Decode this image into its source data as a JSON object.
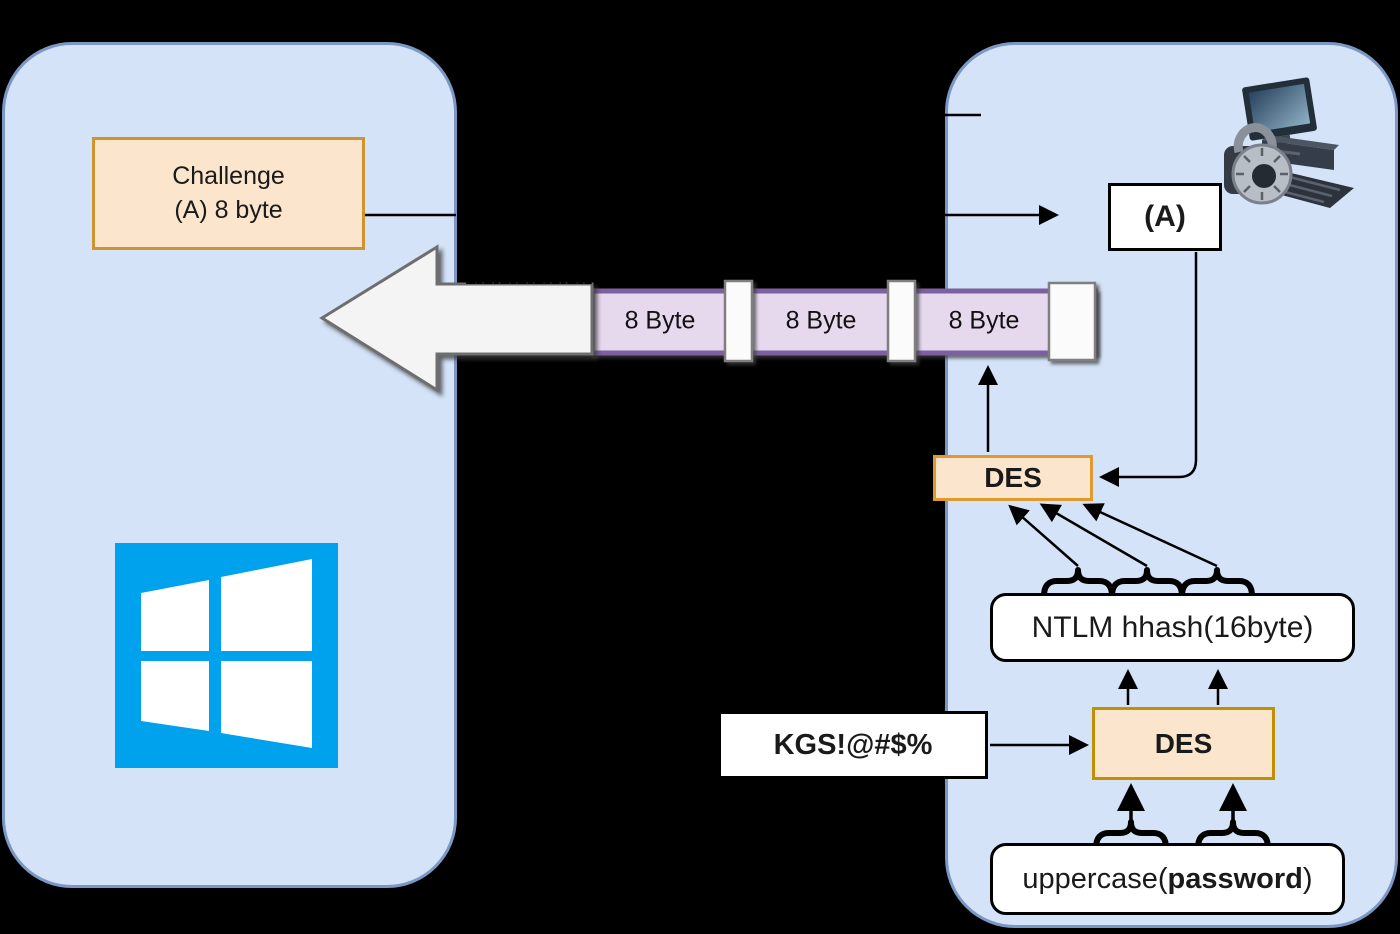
{
  "left_panel": {
    "challenge_box": {
      "line1": "Challenge",
      "line2": "(A) 8 byte"
    }
  },
  "transfer_bar": {
    "segment_labels": [
      "8 Byte",
      "8 Byte",
      "8 Byte"
    ]
  },
  "right_panel": {
    "challenge_received_label": "(A)",
    "des_top_label": "DES",
    "ntlm_hash_label": "NTLM hhash(16byte)",
    "kgs_constant_label": "KGS!@#$%",
    "des_bottom_label": "DES",
    "uppercase_prefix": "uppercase(",
    "uppercase_password": "password",
    "uppercase_suffix": ")"
  },
  "icons": {
    "windows_logo": "windows-logo",
    "secured_computer": "secured-computer-icon"
  },
  "colors": {
    "background": "#000000",
    "panel_fill": "#d4e3f8",
    "panel_border": "#7b97c4",
    "orange_box_fill": "#fce5cd",
    "orange_box_border": "#e0992f",
    "gold_box_border": "#bf9000",
    "bar_fill": "#e6d9ee",
    "bar_border": "#7d61a0",
    "windows_blue": "#00a2ed",
    "arrow_fill": "#f4f4f4",
    "arrow_border": "#6e6e6e"
  }
}
